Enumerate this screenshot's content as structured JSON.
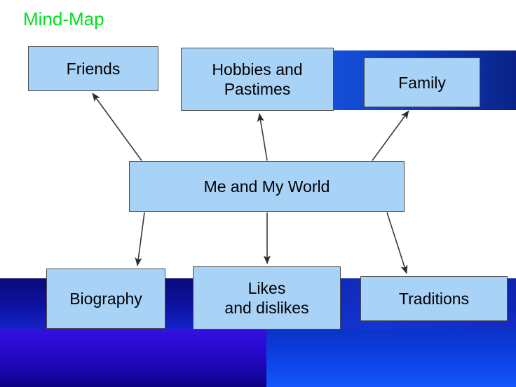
{
  "slide": {
    "title": "Mind-Map",
    "title_color": "#00e020",
    "background_color": "#ffffff"
  },
  "theme": {
    "node_fill": "#a8d3f7",
    "node_border": "#4a4a4a",
    "node_text": "#000000",
    "connector_color": "#3a3a3a",
    "band_blue_bright": "#1550d8",
    "band_blue_dark": "#0a2288",
    "band_navy": "#0a0a7a",
    "band_violet": "#3410e0",
    "band_azure": "#1356fb"
  },
  "diagram": {
    "type": "mind-map",
    "center": {
      "id": "center",
      "label": "Me and My World"
    },
    "branches": [
      {
        "id": "friends",
        "label": "Friends",
        "position": "top-left"
      },
      {
        "id": "hobbies",
        "label": "Hobbies and\nPastimes",
        "position": "top-center"
      },
      {
        "id": "family",
        "label": "Family",
        "position": "top-right"
      },
      {
        "id": "biography",
        "label": "Biography",
        "position": "bottom-left"
      },
      {
        "id": "likes",
        "label": "Likes\nand dislikes",
        "position": "bottom-center"
      },
      {
        "id": "traditions",
        "label": "Traditions",
        "position": "bottom-right"
      }
    ],
    "connections": [
      {
        "from": "center",
        "to": "friends",
        "arrow": "to"
      },
      {
        "from": "center",
        "to": "hobbies",
        "arrow": "to"
      },
      {
        "from": "center",
        "to": "family",
        "arrow": "to"
      },
      {
        "from": "center",
        "to": "biography",
        "arrow": "to"
      },
      {
        "from": "center",
        "to": "likes",
        "arrow": "to"
      },
      {
        "from": "center",
        "to": "traditions",
        "arrow": "to"
      }
    ]
  }
}
